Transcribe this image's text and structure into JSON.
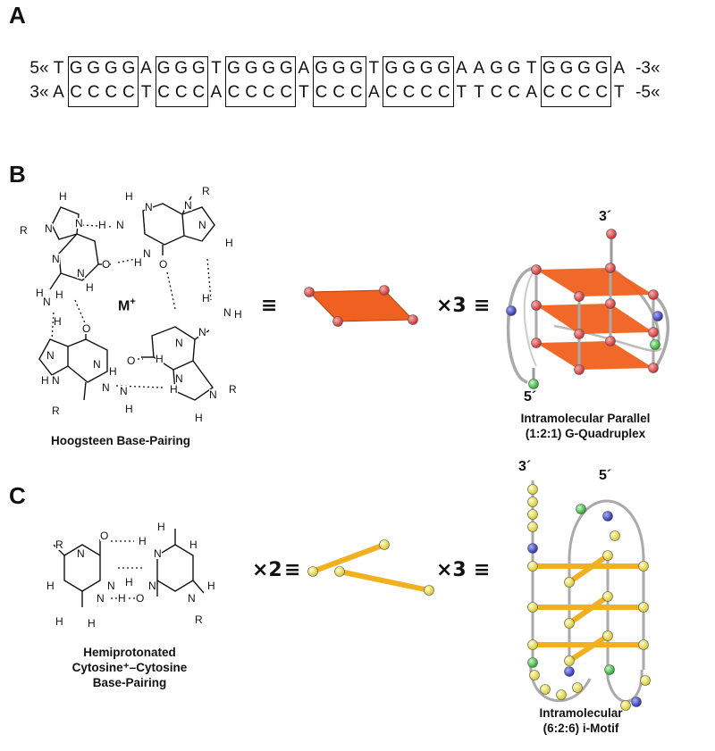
{
  "panels": {
    "a": "A",
    "b": "B",
    "c": "C"
  },
  "sequence": {
    "top": {
      "prefix": "5«",
      "bases": "TGGGGAGGGTGGGGAGGGTGGGGAAGGTGGGGA",
      "suffix": "-3«"
    },
    "bottom": {
      "prefix": "3«",
      "bases": "ACCCCTCCCACCCCTCCCACCCCTTCCACCCCT",
      "suffix": "-5«"
    }
  },
  "panel_b": {
    "metal_ion": "M",
    "metal_charge": "+",
    "equiv_1": "≡",
    "times_3": "×3",
    "equiv_2": "≡",
    "caption": "Hoogsteen Base-Pairing",
    "end_3": "3´",
    "end_5": "5´",
    "structure_caption_line1": "Intramolecular Parallel",
    "structure_caption_line2": "(1:2:1) G-Quadruplex"
  },
  "panel_c": {
    "times_2": "×2",
    "equiv_1": "≡",
    "times_3": "×3",
    "equiv_2": "≡",
    "caption_line1": "Hemiprotonated",
    "caption_line2": "Cytosine⁺–Cytosine",
    "caption_line3": "Base-Pairing",
    "end_3": "3´",
    "end_5": "5´",
    "structure_caption_line1": "Intramolecular",
    "structure_caption_line2": "(6:2:6) i-Motif"
  },
  "atoms": {
    "N": "N",
    "O": "O",
    "H": "H",
    "R": "R"
  },
  "colors": {
    "red_node": "#e04848",
    "blue_node": "#3a46c8",
    "green_node": "#48c048",
    "yellow_node": "#f0e050",
    "quartet_fill": "#f06020",
    "imotif_bar": "#f0b020",
    "backbone": "#999999"
  }
}
